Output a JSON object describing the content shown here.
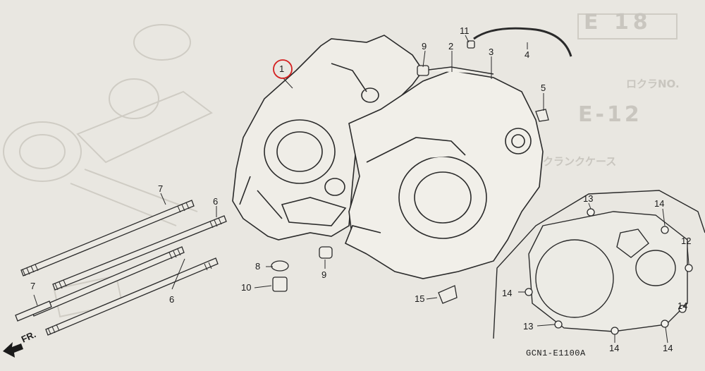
{
  "diagram": {
    "diagram_code": "GCN1-E1100A",
    "direction_label": "FR.",
    "section_label_ghost": "E 18",
    "section_label_ghost2": "E-12",
    "ghost_jp_1": "ロクラNO.",
    "ghost_jp_2": "クランクケース",
    "highlight_color": "#d42020",
    "line_color": "#2a2a2a"
  },
  "callouts": [
    {
      "id": "c1",
      "num": "1",
      "highlighted": true
    },
    {
      "id": "c2",
      "num": "2"
    },
    {
      "id": "c3",
      "num": "3"
    },
    {
      "id": "c4",
      "num": "4"
    },
    {
      "id": "c5",
      "num": "5"
    },
    {
      "id": "c6a",
      "num": "6"
    },
    {
      "id": "c6b",
      "num": "6"
    },
    {
      "id": "c7a",
      "num": "7"
    },
    {
      "id": "c7b",
      "num": "7"
    },
    {
      "id": "c8",
      "num": "8"
    },
    {
      "id": "c9a",
      "num": "9"
    },
    {
      "id": "c9b",
      "num": "9"
    },
    {
      "id": "c10",
      "num": "10"
    },
    {
      "id": "c11",
      "num": "11"
    },
    {
      "id": "c12",
      "num": "12"
    },
    {
      "id": "c13a",
      "num": "13"
    },
    {
      "id": "c13b",
      "num": "13"
    },
    {
      "id": "c14a",
      "num": "14"
    },
    {
      "id": "c14b",
      "num": "14"
    },
    {
      "id": "c14c",
      "num": "14"
    },
    {
      "id": "c14d",
      "num": "14"
    },
    {
      "id": "c14e",
      "num": "14"
    },
    {
      "id": "c15",
      "num": "15"
    }
  ]
}
